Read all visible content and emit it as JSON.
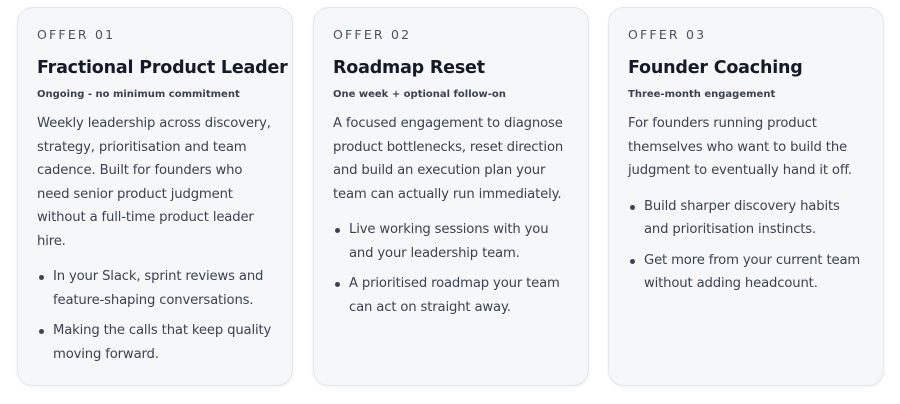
{
  "cards": [
    {
      "offer": "OFFER 01",
      "title": "Fractional Product Leader",
      "subtitle": "Ongoing - no minimum commitment",
      "description": "Weekly leadership across discovery, strategy, prioritisation and team cadence. Built for founders who need senior product judgment without a full-time product leader hire.",
      "bullets": [
        "In your Slack, sprint reviews and feature-shaping conversations.",
        "Making the calls that keep quality moving forward."
      ]
    },
    {
      "offer": "OFFER 02",
      "title": "Roadmap Reset",
      "subtitle": "One week + optional follow-on",
      "description": "A focused engagement to diagnose product bottlenecks, reset direction and build an execution plan your team can actually run immediately.",
      "bullets": [
        "Live working sessions with you and your leadership team.",
        "A prioritised roadmap your team can act on straight away."
      ]
    },
    {
      "offer": "OFFER 03",
      "title": "Founder Coaching",
      "subtitle": "Three-month engagement",
      "description": "For founders running product themselves who want to build the judgment to eventually hand it off.",
      "bullets": [
        "Build sharper discovery habits and prioritisation instincts.",
        "Get more from your current team without adding headcount."
      ]
    }
  ]
}
